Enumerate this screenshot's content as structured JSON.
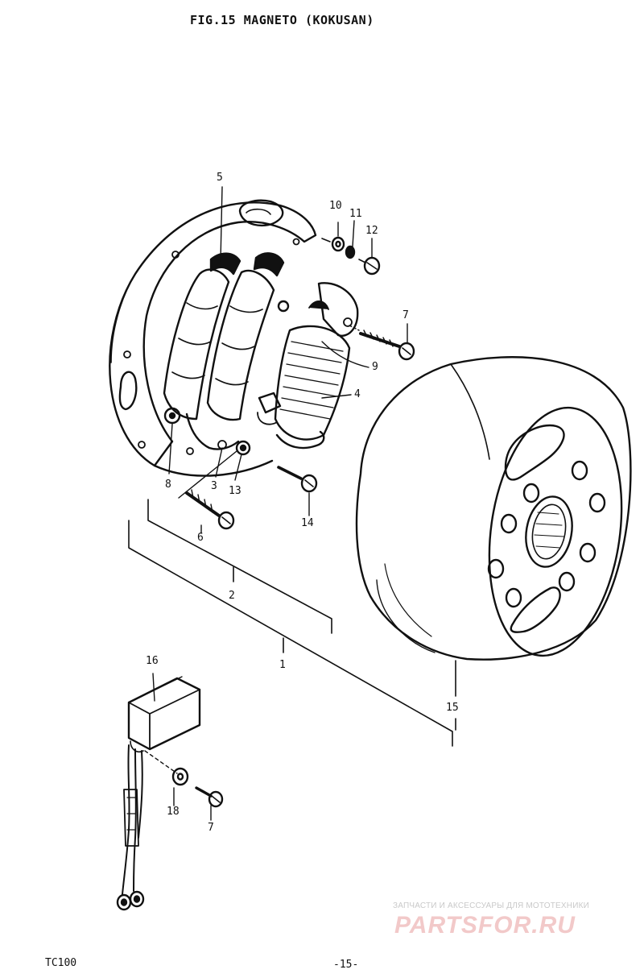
{
  "page": {
    "title": "FIG.15  MAGNETO (KOKUSAN)",
    "model": "TC100",
    "page_number": "-15-"
  },
  "watermark": {
    "tagline": "ЗАПЧАСТИ И АКСЕССУАРЫ ДЛЯ МОТОТЕХНИКИ",
    "brand": "PARTSFOR.RU"
  },
  "callouts": {
    "c1": "1",
    "c2": "2",
    "c3": "3",
    "c4": "4",
    "c5": "5",
    "c6": "6",
    "c7a": "7",
    "c7b": "7",
    "c8": "8",
    "c9": "9",
    "c10": "10",
    "c11": "11",
    "c12": "12",
    "c13": "13",
    "c14": "14",
    "c15": "15",
    "c16": "16",
    "c18": "18"
  },
  "colors": {
    "ink": "#111111",
    "watermark_brand": "#f2c9c9"
  }
}
